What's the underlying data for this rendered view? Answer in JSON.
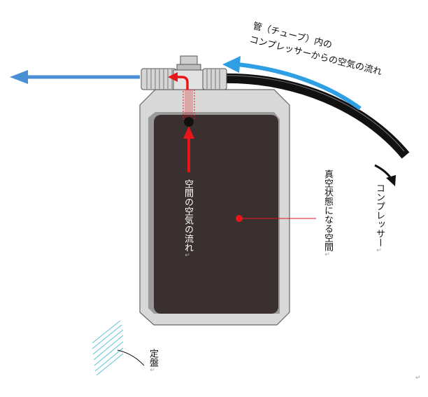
{
  "labels": {
    "tube_flow_line1": "管（チューブ）内の",
    "tube_flow_line2": "コンプレッサーからの空気の流れ",
    "compressor": "コンプレッサー",
    "vacuum_space": "真空状態になる空間",
    "space_air_flow": "空間の空気の流れ",
    "fixed_plate": "定盤",
    "return_mark": "↵"
  },
  "colors": {
    "flow_arrow_blue": "#2f9fe3",
    "outflow_arrow_blue": "#4a8fd6",
    "red_flow": "#e8151b",
    "bag_fill": "#3a3030",
    "bag_frame": "#d8d8d8",
    "tube_black": "#111111",
    "plate_hatch": "#59c3d9"
  }
}
